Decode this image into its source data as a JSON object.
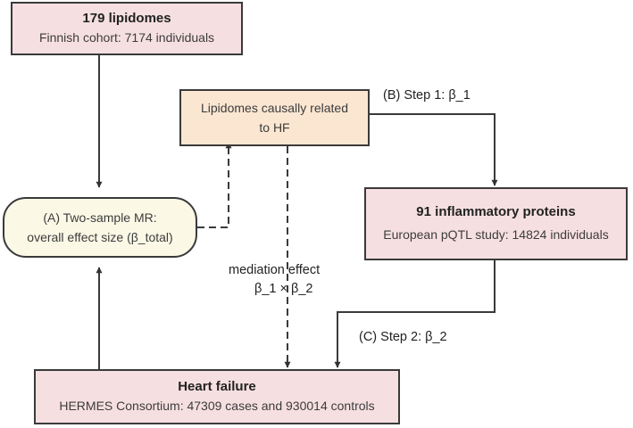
{
  "lipidomes_box": {
    "title": "179 lipidomes",
    "subtitle": "Finnish cohort: 7174 individuals"
  },
  "causal_box": {
    "line1": "Lipidomes causally related",
    "line2": "to HF"
  },
  "mr_box": {
    "line1": "(A) Two-sample MR:",
    "line2": "overall effect size (β_total)"
  },
  "proteins_box": {
    "title": "91 inflammatory proteins",
    "subtitle": "European pQTL study: 14824 individuals"
  },
  "hf_box": {
    "title": "Heart failure",
    "subtitle": "HERMES Consortium: 47309 cases and 930014 controls"
  },
  "labels": {
    "step1": "(B) Step 1: β_1",
    "step2": "(C) Step 2: β_2",
    "mediation1": "mediation effect",
    "mediation2": "β_1 × β_2"
  },
  "colors": {
    "pink": "#f6dfe1",
    "peach": "#fbe6d2",
    "cream": "#fbf8e6",
    "line": "#3a3a3a"
  }
}
